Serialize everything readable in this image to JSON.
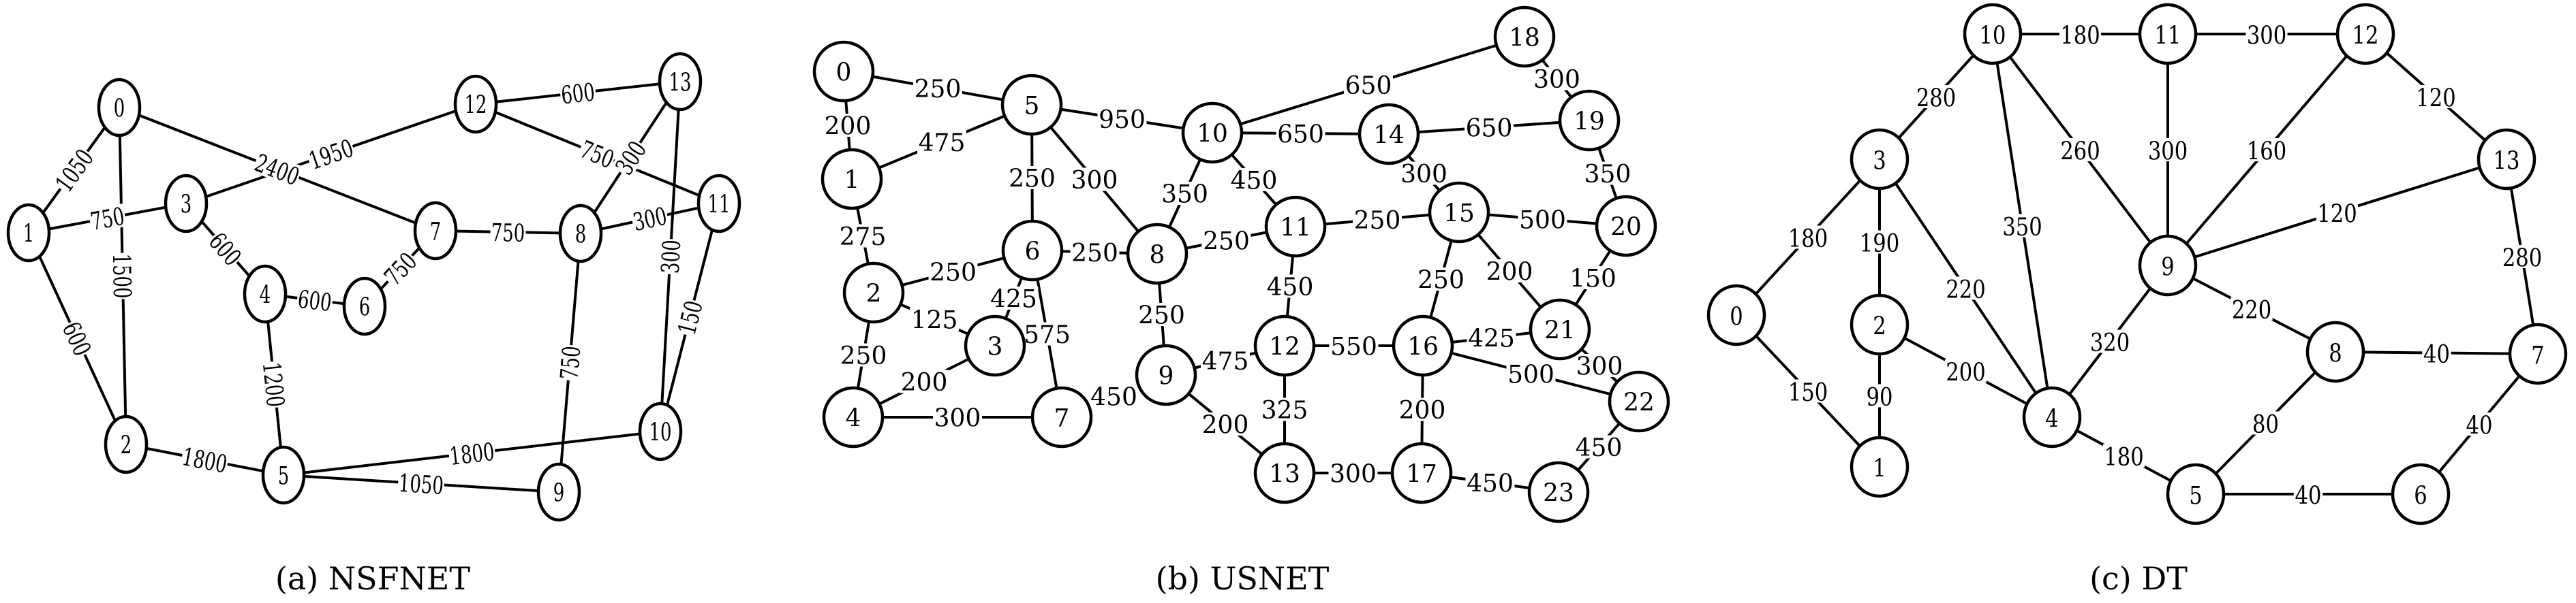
{
  "figure": {
    "panels": [
      {
        "id": "nsfnet",
        "caption": "(a) NSFNET",
        "nodes": [
          "0",
          "1",
          "2",
          "3",
          "4",
          "5",
          "6",
          "7",
          "8",
          "9",
          "10",
          "11",
          "12",
          "13"
        ],
        "edges": [
          {
            "source": "0",
            "target": "1",
            "weight": "1050"
          },
          {
            "source": "0",
            "target": "2",
            "weight": "1500"
          },
          {
            "source": "0",
            "target": "7",
            "weight": "2400"
          },
          {
            "source": "1",
            "target": "3",
            "weight": "750"
          },
          {
            "source": "1",
            "target": "2",
            "weight": "600"
          },
          {
            "source": "2",
            "target": "5",
            "weight": "1800"
          },
          {
            "source": "3",
            "target": "4",
            "weight": "600"
          },
          {
            "source": "3",
            "target": "12",
            "weight": "1950"
          },
          {
            "source": "4",
            "target": "6",
            "weight": "600"
          },
          {
            "source": "4",
            "target": "5",
            "weight": "1200"
          },
          {
            "source": "6",
            "target": "7",
            "weight": "750"
          },
          {
            "source": "7",
            "target": "8",
            "weight": "750"
          },
          {
            "source": "8",
            "target": "9",
            "weight": "750"
          },
          {
            "source": "8",
            "target": "11",
            "weight": "300"
          },
          {
            "source": "8",
            "target": "13",
            "weight": "300"
          },
          {
            "source": "5",
            "target": "9",
            "weight": "1050"
          },
          {
            "source": "5",
            "target": "10",
            "weight": "1800"
          },
          {
            "source": "10",
            "target": "13",
            "weight": "300"
          },
          {
            "source": "10",
            "target": "11",
            "weight": "150"
          },
          {
            "source": "12",
            "target": "13",
            "weight": "600"
          },
          {
            "source": "12",
            "target": "11",
            "weight": "750"
          }
        ]
      },
      {
        "id": "usnet",
        "caption": "(b) USNET",
        "nodes": [
          "0",
          "1",
          "2",
          "3",
          "4",
          "5",
          "6",
          "7",
          "8",
          "9",
          "10",
          "11",
          "12",
          "13",
          "14",
          "15",
          "16",
          "17",
          "18",
          "19",
          "20",
          "21",
          "22",
          "23"
        ],
        "edges": [
          {
            "source": "0",
            "target": "5",
            "weight": "250"
          },
          {
            "source": "0",
            "target": "1",
            "weight": "200"
          },
          {
            "source": "1",
            "target": "5",
            "weight": "475"
          },
          {
            "source": "1",
            "target": "2",
            "weight": "275"
          },
          {
            "source": "2",
            "target": "6",
            "weight": "250"
          },
          {
            "source": "2",
            "target": "3",
            "weight": "125"
          },
          {
            "source": "2",
            "target": "4",
            "weight": "250"
          },
          {
            "source": "3",
            "target": "6",
            "weight": "425"
          },
          {
            "source": "3",
            "target": "4",
            "weight": "200"
          },
          {
            "source": "4",
            "target": "7",
            "weight": "300"
          },
          {
            "source": "5",
            "target": "6",
            "weight": "250"
          },
          {
            "source": "5",
            "target": "8",
            "weight": "300"
          },
          {
            "source": "5",
            "target": "10",
            "weight": "950"
          },
          {
            "source": "6",
            "target": "8",
            "weight": "250"
          },
          {
            "source": "6",
            "target": "7",
            "weight": "575"
          },
          {
            "source": "7",
            "target": "9",
            "weight": "450"
          },
          {
            "source": "8",
            "target": "10",
            "weight": "350"
          },
          {
            "source": "8",
            "target": "11",
            "weight": "250"
          },
          {
            "source": "8",
            "target": "9",
            "weight": "250"
          },
          {
            "source": "9",
            "target": "12",
            "weight": "475"
          },
          {
            "source": "9",
            "target": "13",
            "weight": "200"
          },
          {
            "source": "10",
            "target": "14",
            "weight": "650"
          },
          {
            "source": "10",
            "target": "11",
            "weight": "450"
          },
          {
            "source": "10",
            "target": "18",
            "weight": "650"
          },
          {
            "source": "11",
            "target": "15",
            "weight": "250"
          },
          {
            "source": "11",
            "target": "12",
            "weight": "450"
          },
          {
            "source": "12",
            "target": "16",
            "weight": "550"
          },
          {
            "source": "12",
            "target": "13",
            "weight": "325"
          },
          {
            "source": "13",
            "target": "17",
            "weight": "300"
          },
          {
            "source": "14",
            "target": "19",
            "weight": "650"
          },
          {
            "source": "14",
            "target": "15",
            "weight": "300"
          },
          {
            "source": "15",
            "target": "20",
            "weight": "500"
          },
          {
            "source": "15",
            "target": "16",
            "weight": "250"
          },
          {
            "source": "15",
            "target": "21",
            "weight": "200"
          },
          {
            "source": "16",
            "target": "21",
            "weight": "425"
          },
          {
            "source": "16",
            "target": "22",
            "weight": "500"
          },
          {
            "source": "16",
            "target": "17",
            "weight": "200"
          },
          {
            "source": "17",
            "target": "23",
            "weight": "450"
          },
          {
            "source": "18",
            "target": "19",
            "weight": "300"
          },
          {
            "source": "19",
            "target": "20",
            "weight": "350"
          },
          {
            "source": "20",
            "target": "21",
            "weight": "150"
          },
          {
            "source": "21",
            "target": "22",
            "weight": "300"
          },
          {
            "source": "22",
            "target": "23",
            "weight": "450"
          }
        ]
      },
      {
        "id": "dt",
        "caption": "(c) DT",
        "nodes": [
          "0",
          "1",
          "2",
          "3",
          "4",
          "5",
          "6",
          "7",
          "8",
          "9",
          "10",
          "11",
          "12",
          "13"
        ],
        "edges": [
          {
            "source": "0",
            "target": "3",
            "weight": "180"
          },
          {
            "source": "0",
            "target": "1",
            "weight": "150"
          },
          {
            "source": "3",
            "target": "10",
            "weight": "280"
          },
          {
            "source": "3",
            "target": "2",
            "weight": "190"
          },
          {
            "source": "3",
            "target": "4",
            "weight": "220"
          },
          {
            "source": "2",
            "target": "1",
            "weight": "90"
          },
          {
            "source": "2",
            "target": "4",
            "weight": "200"
          },
          {
            "source": "10",
            "target": "11",
            "weight": "180"
          },
          {
            "source": "10",
            "target": "4",
            "weight": "350"
          },
          {
            "source": "10",
            "target": "9",
            "weight": "260"
          },
          {
            "source": "11",
            "target": "12",
            "weight": "300"
          },
          {
            "source": "11",
            "target": "9",
            "weight": "300"
          },
          {
            "source": "12",
            "target": "13",
            "weight": "120"
          },
          {
            "source": "12",
            "target": "9",
            "weight": "160"
          },
          {
            "source": "13",
            "target": "9",
            "weight": "120"
          },
          {
            "source": "13",
            "target": "7",
            "weight": "280"
          },
          {
            "source": "9",
            "target": "8",
            "weight": "220"
          },
          {
            "source": "9",
            "target": "4",
            "weight": "320"
          },
          {
            "source": "4",
            "target": "5",
            "weight": "180"
          },
          {
            "source": "8",
            "target": "7",
            "weight": "40"
          },
          {
            "source": "8",
            "target": "5",
            "weight": "80"
          },
          {
            "source": "5",
            "target": "6",
            "weight": "40"
          },
          {
            "source": "6",
            "target": "7",
            "weight": "40"
          }
        ]
      }
    ]
  }
}
